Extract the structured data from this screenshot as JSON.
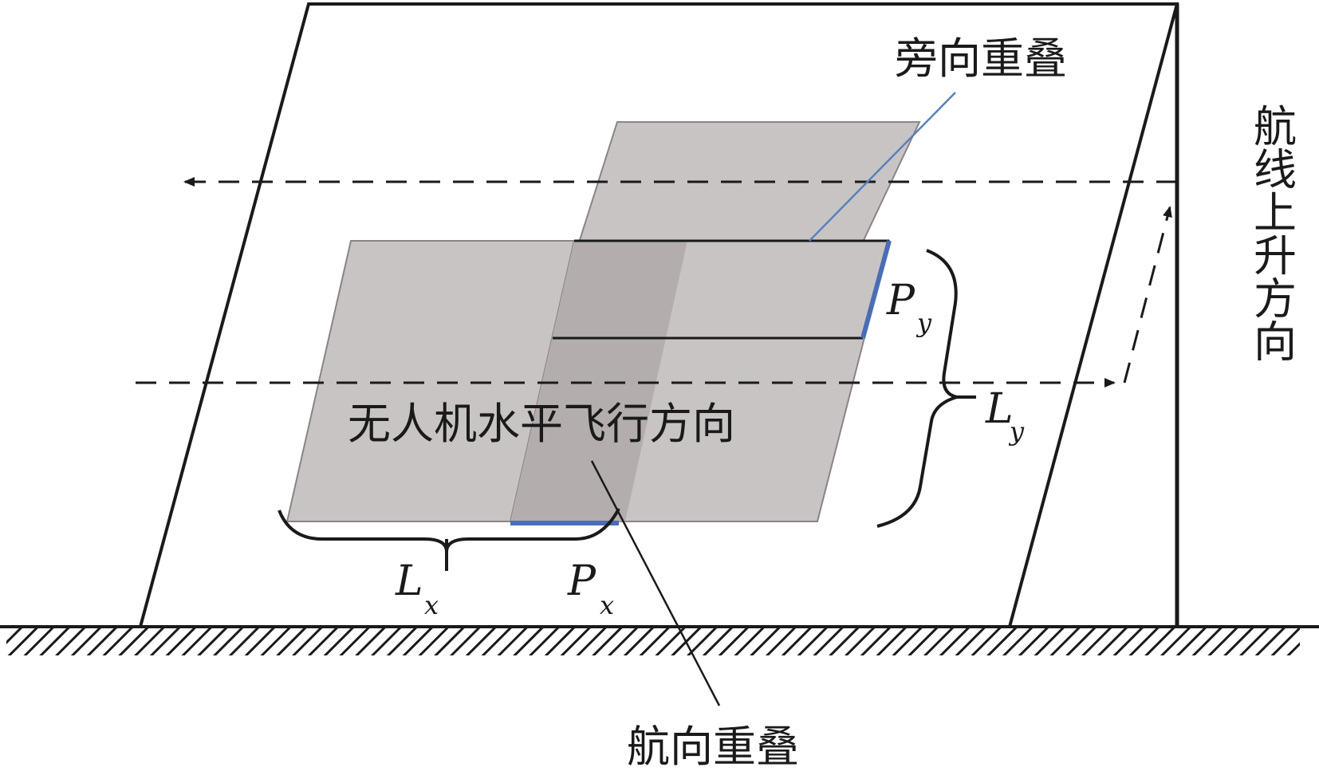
{
  "labels": {
    "side_overlap": "旁向重叠",
    "forward_overlap": "航向重叠",
    "flight_direction": "无人机水平飞行方向",
    "route_ascent_direction": "航线上升方向"
  },
  "symbols": {
    "py_main": "P",
    "py_sub": "y",
    "ly_main": "L",
    "ly_sub": "y",
    "lx_main": "L",
    "lx_sub": "x",
    "px_main": "P",
    "px_sub": "x"
  },
  "colors": {
    "photo_fill": "#c9c4c4",
    "overlap_fill": "#b3adae",
    "line": "#1a1a1a",
    "highlight": "#4a6db5",
    "leader_blue": "#5a7fc0"
  }
}
